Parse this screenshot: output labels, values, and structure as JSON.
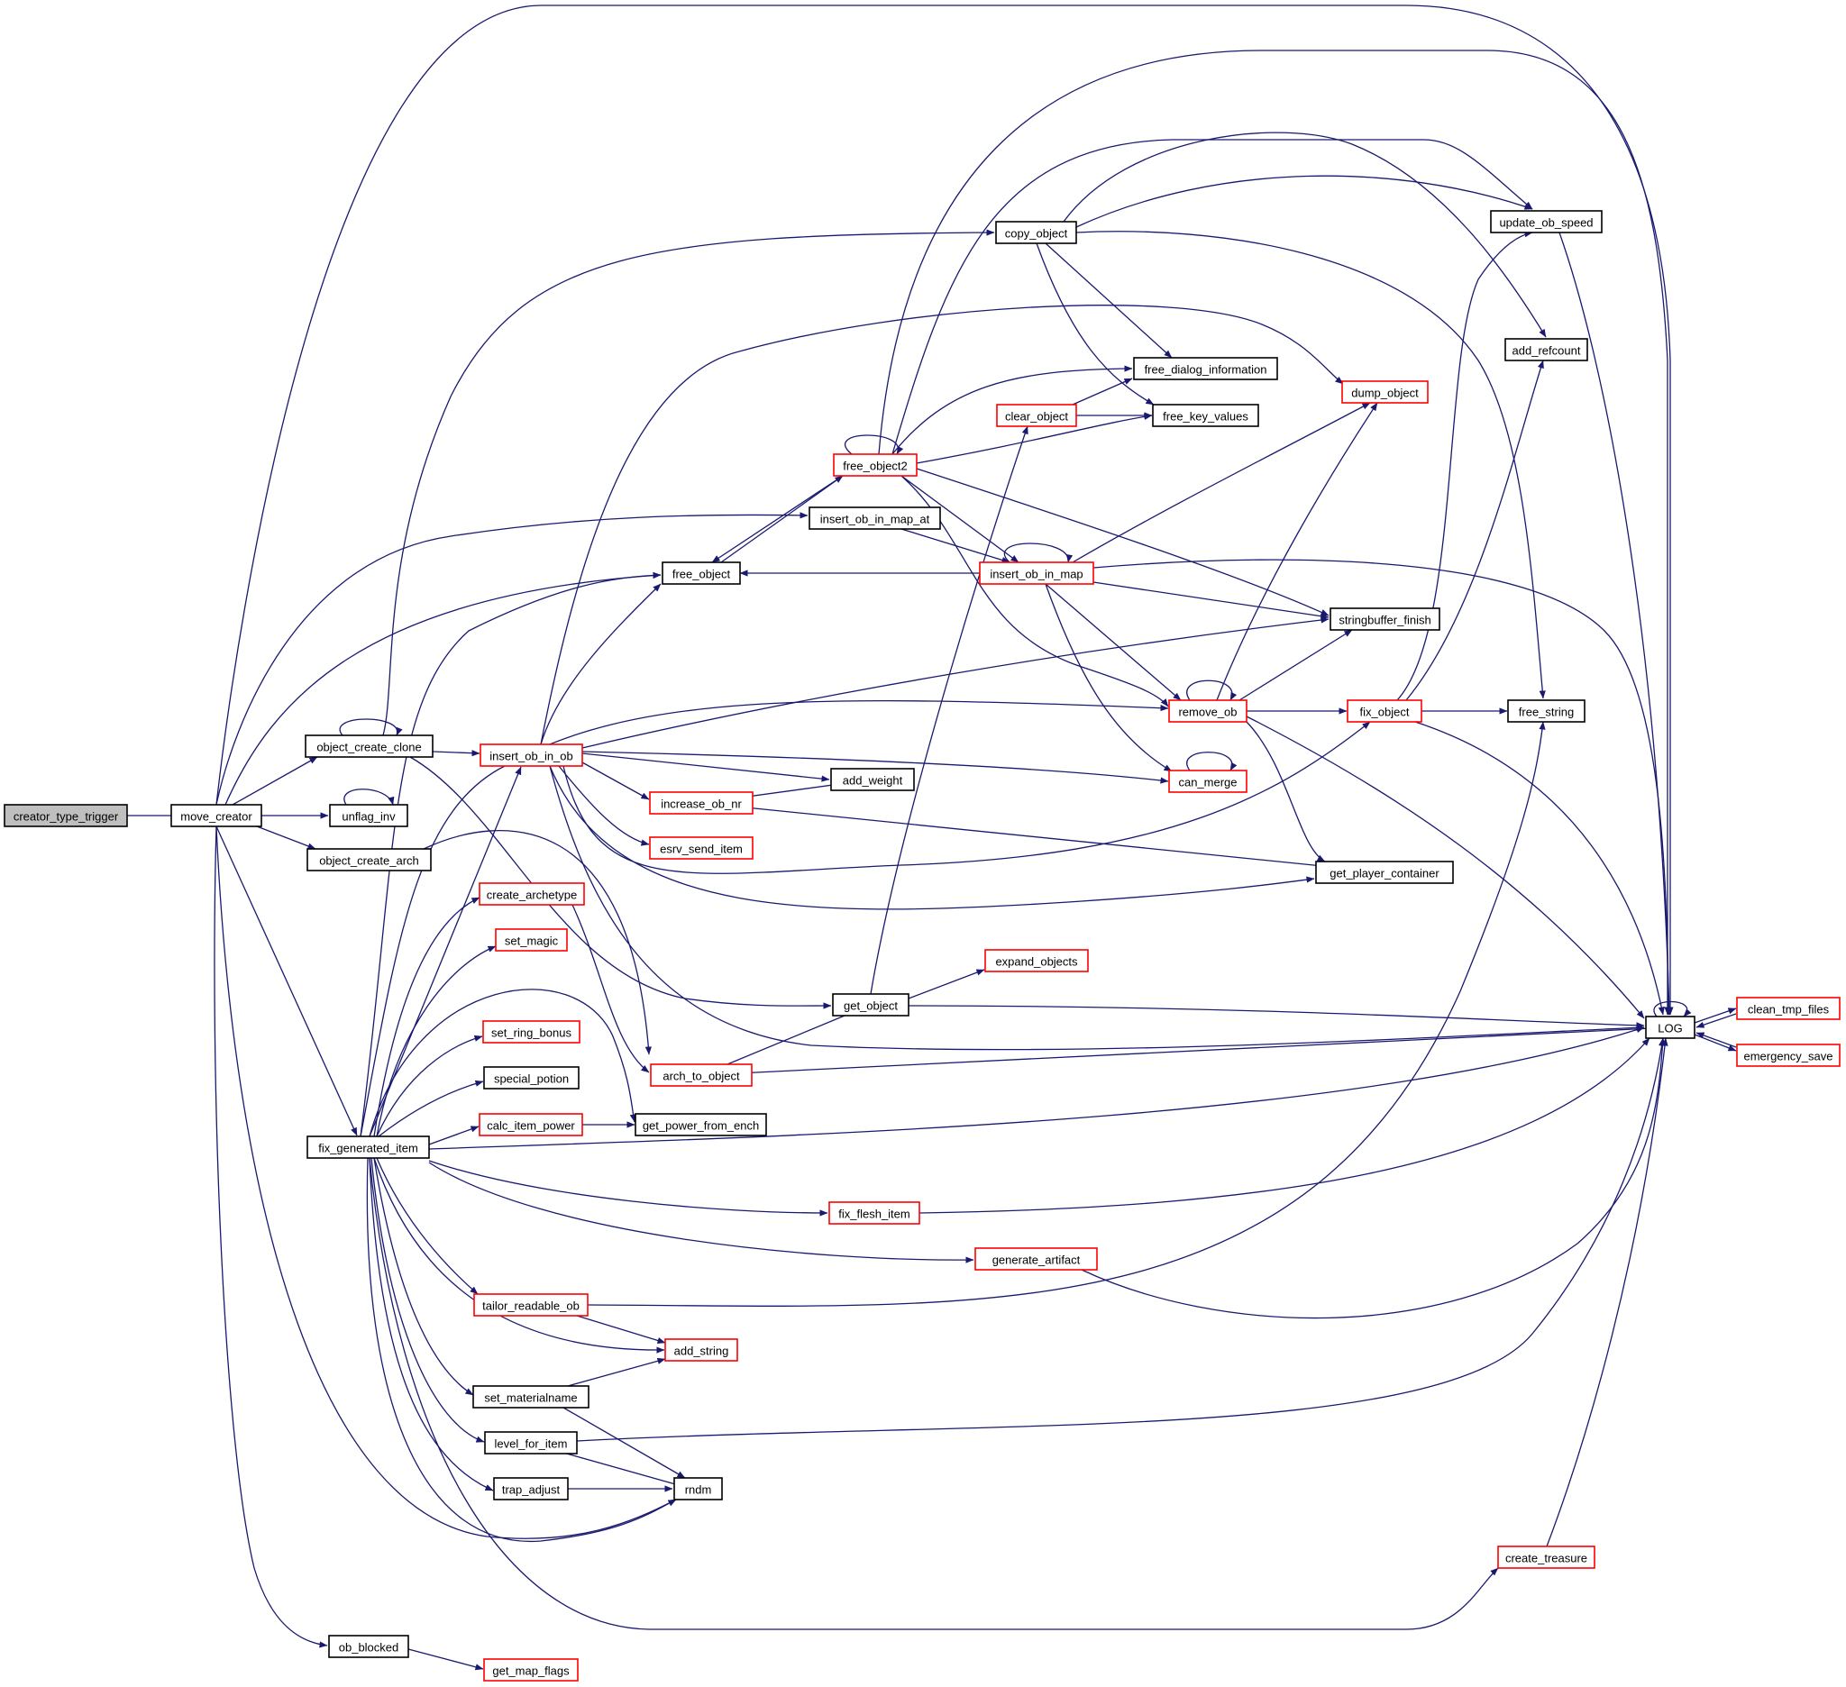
{
  "diagram": {
    "title": "call graph",
    "colors": {
      "edge": "#191970",
      "root_fill": "#bfbfbf",
      "normal_border": "#000000",
      "truncated_border": "#ff0000"
    },
    "nodes": [
      {
        "id": "creator_type_trigger",
        "label": "creator_type_trigger",
        "kind": "root"
      },
      {
        "id": "move_creator",
        "label": "move_creator",
        "kind": "normal"
      },
      {
        "id": "object_create_clone",
        "label": "object_create_clone",
        "kind": "normal"
      },
      {
        "id": "unflag_inv",
        "label": "unflag_inv",
        "kind": "normal"
      },
      {
        "id": "object_create_arch",
        "label": "object_create_arch",
        "kind": "normal"
      },
      {
        "id": "fix_generated_item",
        "label": "fix_generated_item",
        "kind": "normal"
      },
      {
        "id": "ob_blocked",
        "label": "ob_blocked",
        "kind": "normal"
      },
      {
        "id": "insert_ob_in_ob",
        "label": "insert_ob_in_ob",
        "kind": "truncated"
      },
      {
        "id": "create_archetype",
        "label": "create_archetype",
        "kind": "truncated"
      },
      {
        "id": "set_magic",
        "label": "set_magic",
        "kind": "truncated"
      },
      {
        "id": "set_ring_bonus",
        "label": "set_ring_bonus",
        "kind": "truncated"
      },
      {
        "id": "special_potion",
        "label": "special_potion",
        "kind": "normal"
      },
      {
        "id": "calc_item_power",
        "label": "calc_item_power",
        "kind": "truncated"
      },
      {
        "id": "tailor_readable_ob",
        "label": "tailor_readable_ob",
        "kind": "truncated"
      },
      {
        "id": "set_materialname",
        "label": "set_materialname",
        "kind": "normal"
      },
      {
        "id": "level_for_item",
        "label": "level_for_item",
        "kind": "normal"
      },
      {
        "id": "trap_adjust",
        "label": "trap_adjust",
        "kind": "normal"
      },
      {
        "id": "get_map_flags",
        "label": "get_map_flags",
        "kind": "truncated"
      },
      {
        "id": "free_object",
        "label": "free_object",
        "kind": "normal"
      },
      {
        "id": "increase_ob_nr",
        "label": "increase_ob_nr",
        "kind": "truncated"
      },
      {
        "id": "esrv_send_item",
        "label": "esrv_send_item",
        "kind": "truncated"
      },
      {
        "id": "arch_to_object",
        "label": "arch_to_object",
        "kind": "truncated"
      },
      {
        "id": "get_power_from_ench",
        "label": "get_power_from_ench",
        "kind": "normal"
      },
      {
        "id": "add_string",
        "label": "add_string",
        "kind": "truncated"
      },
      {
        "id": "rndm",
        "label": "rndm",
        "kind": "normal"
      },
      {
        "id": "add_weight",
        "label": "add_weight",
        "kind": "normal"
      },
      {
        "id": "free_object2",
        "label": "free_object2",
        "kind": "truncated"
      },
      {
        "id": "insert_ob_in_map_at",
        "label": "insert_ob_in_map_at",
        "kind": "normal"
      },
      {
        "id": "get_object",
        "label": "get_object",
        "kind": "normal"
      },
      {
        "id": "fix_flesh_item",
        "label": "fix_flesh_item",
        "kind": "truncated"
      },
      {
        "id": "copy_object",
        "label": "copy_object",
        "kind": "normal"
      },
      {
        "id": "clear_object",
        "label": "clear_object",
        "kind": "truncated"
      },
      {
        "id": "insert_ob_in_map",
        "label": "insert_ob_in_map",
        "kind": "truncated"
      },
      {
        "id": "expand_objects",
        "label": "expand_objects",
        "kind": "truncated"
      },
      {
        "id": "generate_artifact",
        "label": "generate_artifact",
        "kind": "truncated"
      },
      {
        "id": "free_dialog_information",
        "label": "free_dialog_information",
        "kind": "normal"
      },
      {
        "id": "free_key_values",
        "label": "free_key_values",
        "kind": "normal"
      },
      {
        "id": "remove_ob",
        "label": "remove_ob",
        "kind": "truncated"
      },
      {
        "id": "can_merge",
        "label": "can_merge",
        "kind": "truncated"
      },
      {
        "id": "dump_object",
        "label": "dump_object",
        "kind": "truncated"
      },
      {
        "id": "stringbuffer_finish",
        "label": "stringbuffer_finish",
        "kind": "normal"
      },
      {
        "id": "get_player_container",
        "label": "get_player_container",
        "kind": "normal"
      },
      {
        "id": "fix_object",
        "label": "fix_object",
        "kind": "truncated"
      },
      {
        "id": "update_ob_speed",
        "label": "update_ob_speed",
        "kind": "normal"
      },
      {
        "id": "add_refcount",
        "label": "add_refcount",
        "kind": "normal"
      },
      {
        "id": "free_string",
        "label": "free_string",
        "kind": "normal"
      },
      {
        "id": "create_treasure",
        "label": "create_treasure",
        "kind": "truncated"
      },
      {
        "id": "LOG",
        "label": "LOG",
        "kind": "normal"
      },
      {
        "id": "clean_tmp_files",
        "label": "clean_tmp_files",
        "kind": "truncated"
      },
      {
        "id": "emergency_save",
        "label": "emergency_save",
        "kind": "truncated"
      }
    ],
    "edges": [
      [
        "creator_type_trigger",
        "move_creator"
      ],
      [
        "move_creator",
        "LOG"
      ],
      [
        "move_creator",
        "object_create_clone"
      ],
      [
        "move_creator",
        "unflag_inv"
      ],
      [
        "move_creator",
        "object_create_arch"
      ],
      [
        "move_creator",
        "fix_generated_item"
      ],
      [
        "move_creator",
        "ob_blocked"
      ],
      [
        "move_creator",
        "free_object"
      ],
      [
        "move_creator",
        "insert_ob_in_map_at"
      ],
      [
        "move_creator",
        "rndm"
      ],
      [
        "unflag_inv",
        "unflag_inv"
      ],
      [
        "object_create_clone",
        "object_create_clone"
      ],
      [
        "object_create_clone",
        "insert_ob_in_ob"
      ],
      [
        "object_create_clone",
        "copy_object"
      ],
      [
        "object_create_clone",
        "get_object"
      ],
      [
        "object_create_arch",
        "arch_to_object"
      ],
      [
        "fix_generated_item",
        "insert_ob_in_ob"
      ],
      [
        "fix_generated_item",
        "create_archetype"
      ],
      [
        "fix_generated_item",
        "set_magic"
      ],
      [
        "fix_generated_item",
        "set_ring_bonus"
      ],
      [
        "fix_generated_item",
        "special_potion"
      ],
      [
        "fix_generated_item",
        "calc_item_power"
      ],
      [
        "fix_generated_item",
        "get_power_from_ench"
      ],
      [
        "fix_generated_item",
        "tailor_readable_ob"
      ],
      [
        "fix_generated_item",
        "add_string"
      ],
      [
        "fix_generated_item",
        "set_materialname"
      ],
      [
        "fix_generated_item",
        "level_for_item"
      ],
      [
        "fix_generated_item",
        "trap_adjust"
      ],
      [
        "fix_generated_item",
        "rndm"
      ],
      [
        "fix_generated_item",
        "free_object"
      ],
      [
        "fix_generated_item",
        "remove_ob"
      ],
      [
        "fix_generated_item",
        "fix_flesh_item"
      ],
      [
        "fix_generated_item",
        "generate_artifact"
      ],
      [
        "fix_generated_item",
        "create_treasure"
      ],
      [
        "fix_generated_item",
        "LOG"
      ],
      [
        "ob_blocked",
        "get_map_flags"
      ],
      [
        "insert_ob_in_ob",
        "free_object"
      ],
      [
        "insert_ob_in_ob",
        "add_weight"
      ],
      [
        "insert_ob_in_ob",
        "increase_ob_nr"
      ],
      [
        "insert_ob_in_ob",
        "esrv_send_item"
      ],
      [
        "insert_ob_in_ob",
        "can_merge"
      ],
      [
        "insert_ob_in_ob",
        "stringbuffer_finish"
      ],
      [
        "insert_ob_in_ob",
        "dump_object"
      ],
      [
        "insert_ob_in_ob",
        "fix_object"
      ],
      [
        "insert_ob_in_ob",
        "get_player_container"
      ],
      [
        "insert_ob_in_ob",
        "LOG"
      ],
      [
        "create_archetype",
        "arch_to_object"
      ],
      [
        "calc_item_power",
        "get_power_from_ench"
      ],
      [
        "tailor_readable_ob",
        "add_string"
      ],
      [
        "tailor_readable_ob",
        "free_string"
      ],
      [
        "set_materialname",
        "add_string"
      ],
      [
        "set_materialname",
        "rndm"
      ],
      [
        "level_for_item",
        "rndm"
      ],
      [
        "level_for_item",
        "LOG"
      ],
      [
        "trap_adjust",
        "rndm"
      ],
      [
        "free_object",
        "free_object2"
      ],
      [
        "increase_ob_nr",
        "add_weight"
      ],
      [
        "increase_ob_nr",
        "get_player_container"
      ],
      [
        "arch_to_object",
        "get_object"
      ],
      [
        "arch_to_object",
        "LOG"
      ],
      [
        "free_object2",
        "free_object2"
      ],
      [
        "free_object2",
        "free_object"
      ],
      [
        "free_object2",
        "free_dialog_information"
      ],
      [
        "free_object2",
        "free_key_values"
      ],
      [
        "free_object2",
        "insert_ob_in_map"
      ],
      [
        "free_object2",
        "remove_ob"
      ],
      [
        "free_object2",
        "stringbuffer_finish"
      ],
      [
        "free_object2",
        "update_ob_speed"
      ],
      [
        "free_object2",
        "LOG"
      ],
      [
        "insert_ob_in_map_at",
        "insert_ob_in_map"
      ],
      [
        "get_object",
        "clear_object"
      ],
      [
        "get_object",
        "expand_objects"
      ],
      [
        "get_object",
        "LOG"
      ],
      [
        "fix_flesh_item",
        "LOG"
      ],
      [
        "copy_object",
        "free_dialog_information"
      ],
      [
        "copy_object",
        "free_key_values"
      ],
      [
        "copy_object",
        "update_ob_speed"
      ],
      [
        "copy_object",
        "add_refcount"
      ],
      [
        "copy_object",
        "free_string"
      ],
      [
        "clear_object",
        "free_dialog_information"
      ],
      [
        "clear_object",
        "free_key_values"
      ],
      [
        "insert_ob_in_map",
        "insert_ob_in_map"
      ],
      [
        "insert_ob_in_map",
        "free_object"
      ],
      [
        "insert_ob_in_map",
        "dump_object"
      ],
      [
        "insert_ob_in_map",
        "remove_ob"
      ],
      [
        "insert_ob_in_map",
        "can_merge"
      ],
      [
        "insert_ob_in_map",
        "stringbuffer_finish"
      ],
      [
        "insert_ob_in_map",
        "LOG"
      ],
      [
        "generate_artifact",
        "LOG"
      ],
      [
        "remove_ob",
        "remove_ob"
      ],
      [
        "remove_ob",
        "dump_object"
      ],
      [
        "remove_ob",
        "stringbuffer_finish"
      ],
      [
        "remove_ob",
        "fix_object"
      ],
      [
        "remove_ob",
        "get_player_container"
      ],
      [
        "remove_ob",
        "LOG"
      ],
      [
        "can_merge",
        "can_merge"
      ],
      [
        "fix_object",
        "update_ob_speed"
      ],
      [
        "fix_object",
        "add_refcount"
      ],
      [
        "fix_object",
        "free_string"
      ],
      [
        "fix_object",
        "LOG"
      ],
      [
        "update_ob_speed",
        "LOG"
      ],
      [
        "create_treasure",
        "LOG"
      ],
      [
        "LOG",
        "LOG"
      ],
      [
        "LOG",
        "clean_tmp_files"
      ],
      [
        "LOG",
        "emergency_save"
      ],
      [
        "clean_tmp_files",
        "LOG"
      ],
      [
        "emergency_save",
        "LOG"
      ]
    ]
  }
}
